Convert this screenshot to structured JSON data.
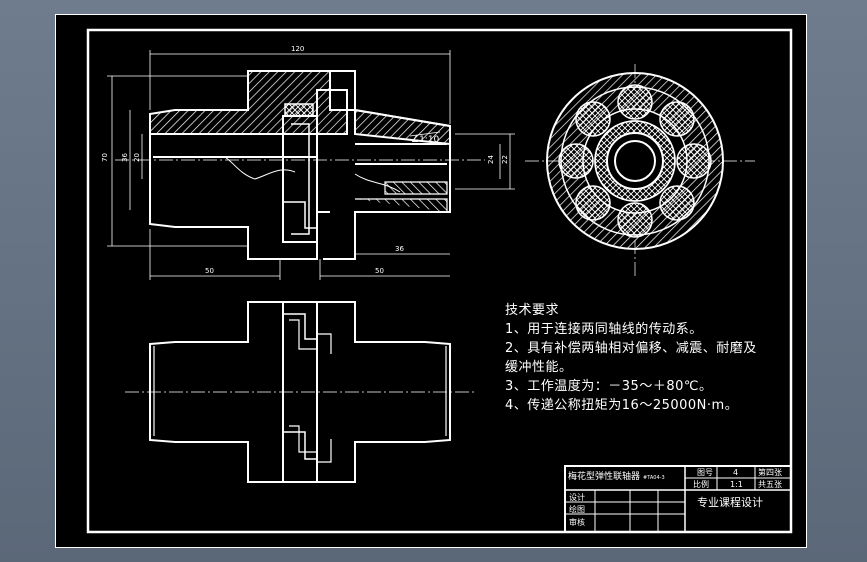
{
  "dimensions": {
    "overall_length": "120",
    "half_length_left": "50",
    "half_length_right": "50",
    "bore_depth": "36",
    "outer_dia": "70",
    "bore_left": "20",
    "hub_left": "36",
    "bore_right": "22",
    "hub_right": "24",
    "taper": "∠1:10"
  },
  "tech": {
    "title": "技术要求",
    "line1": "1、用于连接两同轴线的传动系。",
    "line2a": "2、具有补偿两轴相对偏移、减震、耐磨及",
    "line2b": "缓冲性能。",
    "line3": "3、工作温度为：－35～＋80℃。",
    "line4": "4、传递公称扭矩为16～25000N·m。"
  },
  "titleblock": {
    "name": "梅花型弹性联轴器",
    "code": "#TA04-3",
    "drawing_no_label": "图号",
    "drawing_no": "4",
    "sheet": "第四张",
    "scale_label": "比例",
    "scale": "1:1",
    "total": "共五张",
    "design": "设计",
    "draw": "绘图",
    "review": "审核",
    "course": "专业课程设计"
  }
}
